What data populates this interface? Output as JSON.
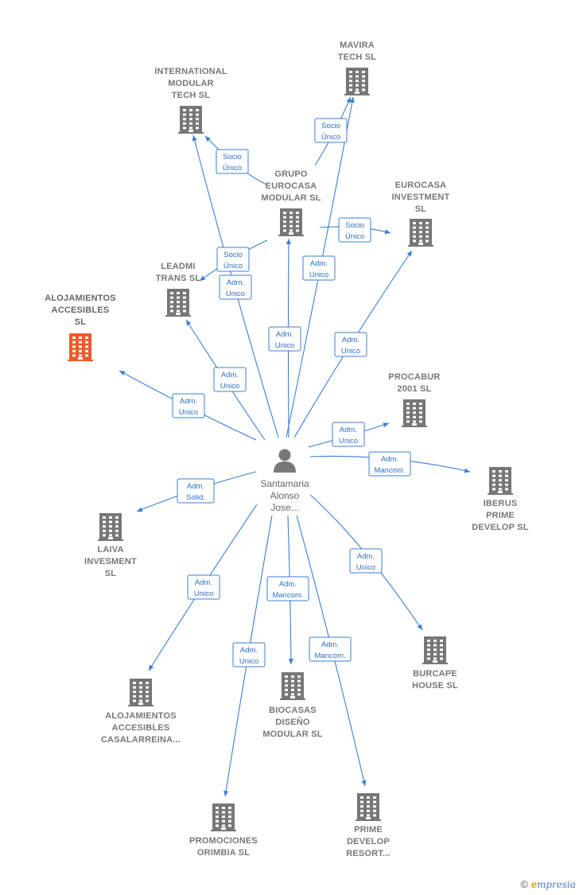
{
  "colors": {
    "edge": "#3a7fd4",
    "building": "#777777",
    "building_highlight": "#f05a28",
    "person": "#777777",
    "label_box_text": "#2d6fbf"
  },
  "person": {
    "id": "P",
    "lines": [
      "Santamaria",
      "Alonso",
      "Jose..."
    ],
    "icon": "person-icon"
  },
  "nodes": [
    {
      "id": "MAVIRA",
      "lines": [
        "MAVIRA",
        "TECH  SL"
      ]
    },
    {
      "id": "IMT",
      "lines": [
        "INTERNATIONAL",
        "MODULAR",
        "TECH SL"
      ]
    },
    {
      "id": "GRUPO",
      "lines": [
        "GRUPO",
        "EUROCASA",
        "MODULAR SL"
      ]
    },
    {
      "id": "EUROINV",
      "lines": [
        "EUROCASA",
        "INVESTMENT",
        "SL"
      ]
    },
    {
      "id": "LEADMI",
      "lines": [
        "LEADMI",
        "TRANS  SL"
      ]
    },
    {
      "id": "ALOJ",
      "lines": [
        "ALOJAMIENTOS",
        "ACCESIBLES",
        "SL"
      ],
      "highlight": true
    },
    {
      "id": "PROCABUR",
      "lines": [
        "PROCABUR",
        "2001 SL"
      ]
    },
    {
      "id": "IBERUS",
      "lines": [
        "IBERUS",
        "PRIME",
        "DEVELOP  SL"
      ]
    },
    {
      "id": "LAIVA",
      "lines": [
        "LAIVA",
        "INVESMENT",
        "SL"
      ]
    },
    {
      "id": "BURCAPE",
      "lines": [
        "BURCAPE",
        "HOUSE SL"
      ]
    },
    {
      "id": "ALOJCAS",
      "lines": [
        "ALOJAMIENTOS",
        "ACCESIBLES",
        "CASALARREINA..."
      ]
    },
    {
      "id": "BIOCASAS",
      "lines": [
        "BIOCASAS",
        "DISEÑO",
        "MODULAR  SL"
      ]
    },
    {
      "id": "PROMOC",
      "lines": [
        "PROMOCIONES",
        "ORIMBIA  SL"
      ]
    },
    {
      "id": "PRIMERES",
      "lines": [
        "PRIME",
        "DEVELOP",
        "RESORT..."
      ]
    }
  ],
  "edges": [
    {
      "from": "GRUPO",
      "to": "MAVIRA",
      "label": [
        "Socio",
        "Único"
      ]
    },
    {
      "from": "GRUPO",
      "to": "IMT",
      "label": [
        "Socio",
        "Único"
      ]
    },
    {
      "from": "GRUPO",
      "to": "EUROINV",
      "label": [
        "Socio",
        "Único"
      ]
    },
    {
      "from": "GRUPO",
      "to": "LEADMI",
      "label": [
        "Socio",
        "Único"
      ]
    },
    {
      "from": "P",
      "to": "MAVIRA",
      "label": [
        "Adm.",
        "Unico"
      ]
    },
    {
      "from": "P",
      "to": "IMT",
      "label": [
        "Adm.",
        "Unico"
      ]
    },
    {
      "from": "P",
      "to": "GRUPO",
      "label": [
        "Adm.",
        "Unico"
      ]
    },
    {
      "from": "P",
      "to": "EUROINV",
      "label": [
        "Adm.",
        "Unico"
      ]
    },
    {
      "from": "P",
      "to": "LEADMI",
      "label": [
        "Adm.",
        "Unico"
      ]
    },
    {
      "from": "P",
      "to": "ALOJ",
      "label": [
        "Adm.",
        "Unico"
      ]
    },
    {
      "from": "P",
      "to": "PROCABUR",
      "label": [
        "Adm.",
        "Unico"
      ]
    },
    {
      "from": "P",
      "to": "IBERUS",
      "label": [
        "Adm.",
        "Mancom."
      ]
    },
    {
      "from": "P",
      "to": "LAIVA",
      "label": [
        "Adm.",
        "Solid."
      ]
    },
    {
      "from": "P",
      "to": "BURCAPE",
      "label": [
        "Adm.",
        "Unico"
      ]
    },
    {
      "from": "P",
      "to": "ALOJCAS",
      "label": [
        "Adm.",
        "Unico"
      ]
    },
    {
      "from": "P",
      "to": "BIOCASAS",
      "label": [
        "Adm.",
        "Mancom."
      ]
    },
    {
      "from": "P",
      "to": "PROMOC",
      "label": [
        "Adm.",
        "Unico"
      ]
    },
    {
      "from": "P",
      "to": "PRIMERES",
      "label": [
        "Adm.",
        "Mancom."
      ]
    }
  ],
  "footer": {
    "copyright": "©",
    "brand_initial": "e",
    "brand_rest": "mpresia"
  }
}
